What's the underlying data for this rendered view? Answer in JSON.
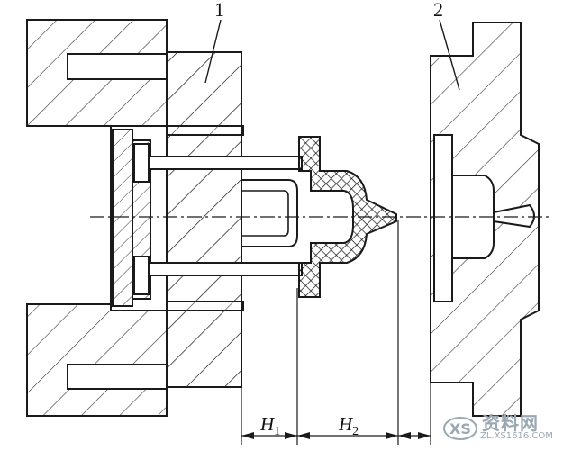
{
  "labels": {
    "part_1": "1",
    "part_2": "2",
    "dim_h1_letter": "H",
    "dim_h1_sub": "1",
    "dim_h2_letter": "H",
    "dim_h2_sub": "2"
  },
  "watermark": {
    "main": "资料网",
    "url": "ZL.XS1616.COM"
  },
  "colors": {
    "line": "#1a1a1a",
    "hatch": "#333333",
    "watermark": "#9aa8b2"
  }
}
